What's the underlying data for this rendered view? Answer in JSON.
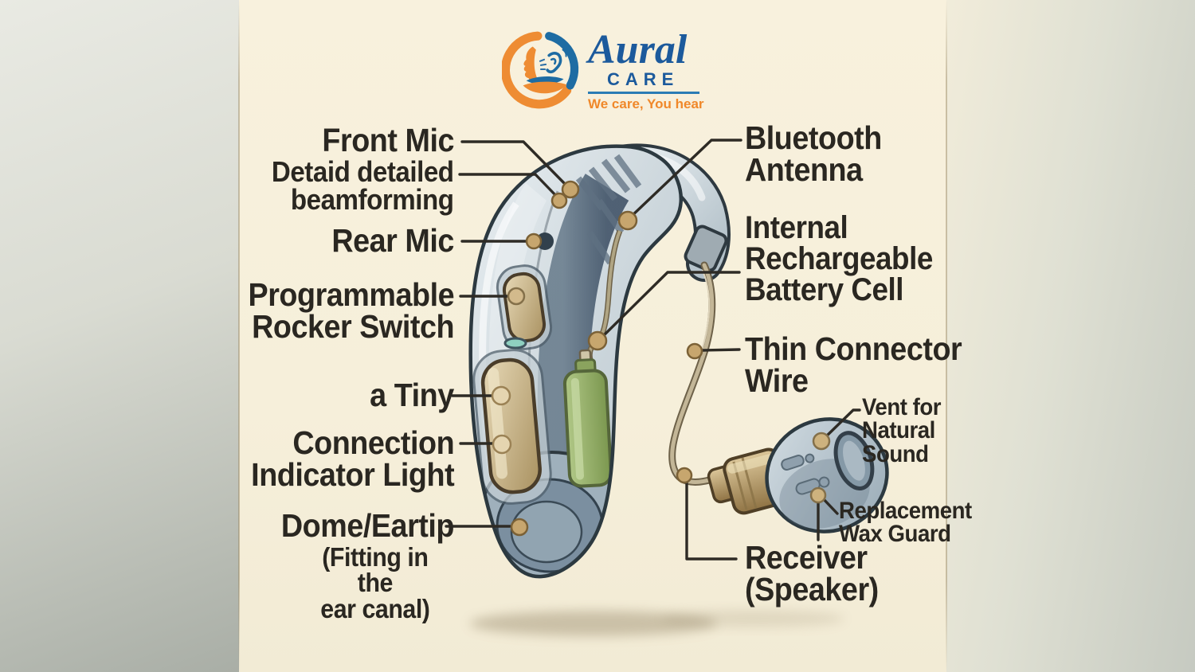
{
  "brand": {
    "logo_main": "Aural",
    "logo_sub": "CARE",
    "tagline": "We care, You hear",
    "logo_icons": [
      "face-profile-icon",
      "ear-icon",
      "sound-waves-icon",
      "caring-hands-icon"
    ],
    "orange": "#ee8c33",
    "blue": "#1c6aa4"
  },
  "labels": {
    "front_mic": {
      "line1": "Front Mic"
    },
    "beamforming": {
      "line1": "Detaid detailed",
      "line2": "beamforming"
    },
    "rear_mic": {
      "line1": "Rear Mic"
    },
    "rocker_switch": {
      "line1": "Programmable",
      "line2": "Rocker Switch"
    },
    "a_tiny": {
      "line1": "a Tiny"
    },
    "connection_light": {
      "line1": "Connection",
      "line2": "Indicator Light"
    },
    "dome_eartip": {
      "line1": "Dome/Eartip",
      "line2": "(Fitting in the",
      "line3": "ear canal)"
    },
    "bluetooth": {
      "line1": "Bluetooth",
      "line2": "Antenna"
    },
    "battery": {
      "line1": "Internal",
      "line2": "Rechargeable",
      "line3": "Battery Cell"
    },
    "thin_wire": {
      "line1": "Thin Connector",
      "line2": "Wire"
    },
    "vent": {
      "line1": "Vent for",
      "line2": "Natural",
      "line3": "Sound"
    },
    "wax_guard": {
      "line1": "Replacement",
      "line2": "Wax Guard"
    },
    "receiver": {
      "line1": "Receiver",
      "line2": "(Speaker)"
    }
  },
  "colors": {
    "panel_cream": "#f6efda",
    "backdrop_gray": "#a9aea6",
    "label_ink": "#2a2721",
    "leader_line": "#2e2b25",
    "anchor_bronze": "#c7a66e",
    "shell_gray": "#bcc8d0",
    "channel_slate": "#57697b",
    "battery_green": "#93ae68",
    "button_tan": "#cbb38c",
    "receiver_tan": "#b59a6d",
    "dome_silver": "#bac7d0"
  }
}
